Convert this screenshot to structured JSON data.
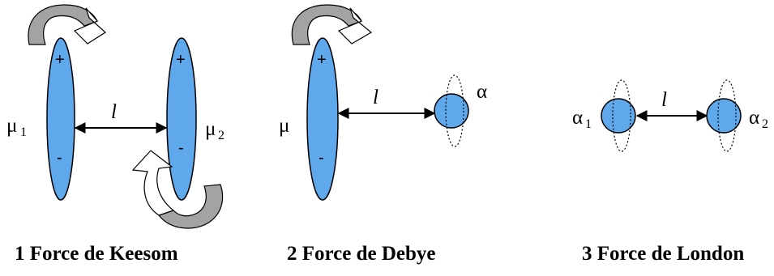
{
  "panels": [
    {
      "caption": "1 Force de Keesom",
      "left_symbol": "μ",
      "left_subscript": "1",
      "right_symbol": "μ",
      "right_subscript": "2",
      "distance_label": "l",
      "left_top_sign": "+",
      "left_bottom_sign": "-",
      "right_top_sign": "+",
      "right_bottom_sign": "-"
    },
    {
      "caption": "2 Force de Debye",
      "left_symbol": "μ",
      "right_symbol": "α",
      "distance_label": "l",
      "left_top_sign": "+",
      "left_bottom_sign": "-"
    },
    {
      "caption": "3 Force de London",
      "left_symbol": "α",
      "left_subscript": "1",
      "right_symbol": "α",
      "right_subscript": "2",
      "distance_label": "l"
    }
  ],
  "colors": {
    "molecule_fill": "#5fa8ec",
    "rotation_arrow_grey": "#a3a3a3",
    "rotation_arrow_white": "#ffffff"
  }
}
